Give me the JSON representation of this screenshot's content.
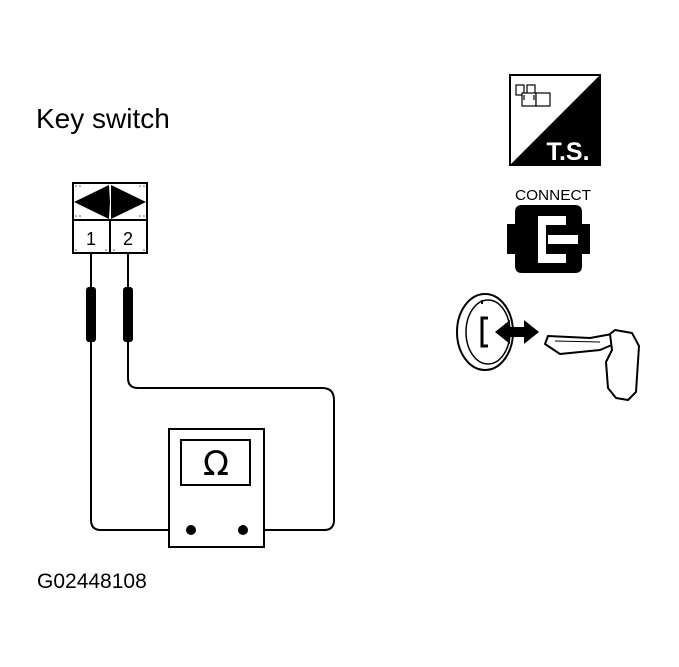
{
  "title": "Key switch",
  "figure_code": "G02448108",
  "connector": {
    "pins": [
      "1",
      "2"
    ]
  },
  "meter": {
    "symbol": "Ω",
    "name": "ohmmeter-icon"
  },
  "badges": {
    "ts_label": "T.S.",
    "connect_label": "CONNECT"
  },
  "icons": {
    "connector_housing": "connector-housing-icon",
    "probes": "test-probe-icon",
    "key_cylinder": "ignition-key-cylinder-icon",
    "key": "ignition-key-icon",
    "arrow": "double-arrow-icon"
  },
  "colors": {
    "ink": "#000000",
    "paper": "#ffffff"
  }
}
